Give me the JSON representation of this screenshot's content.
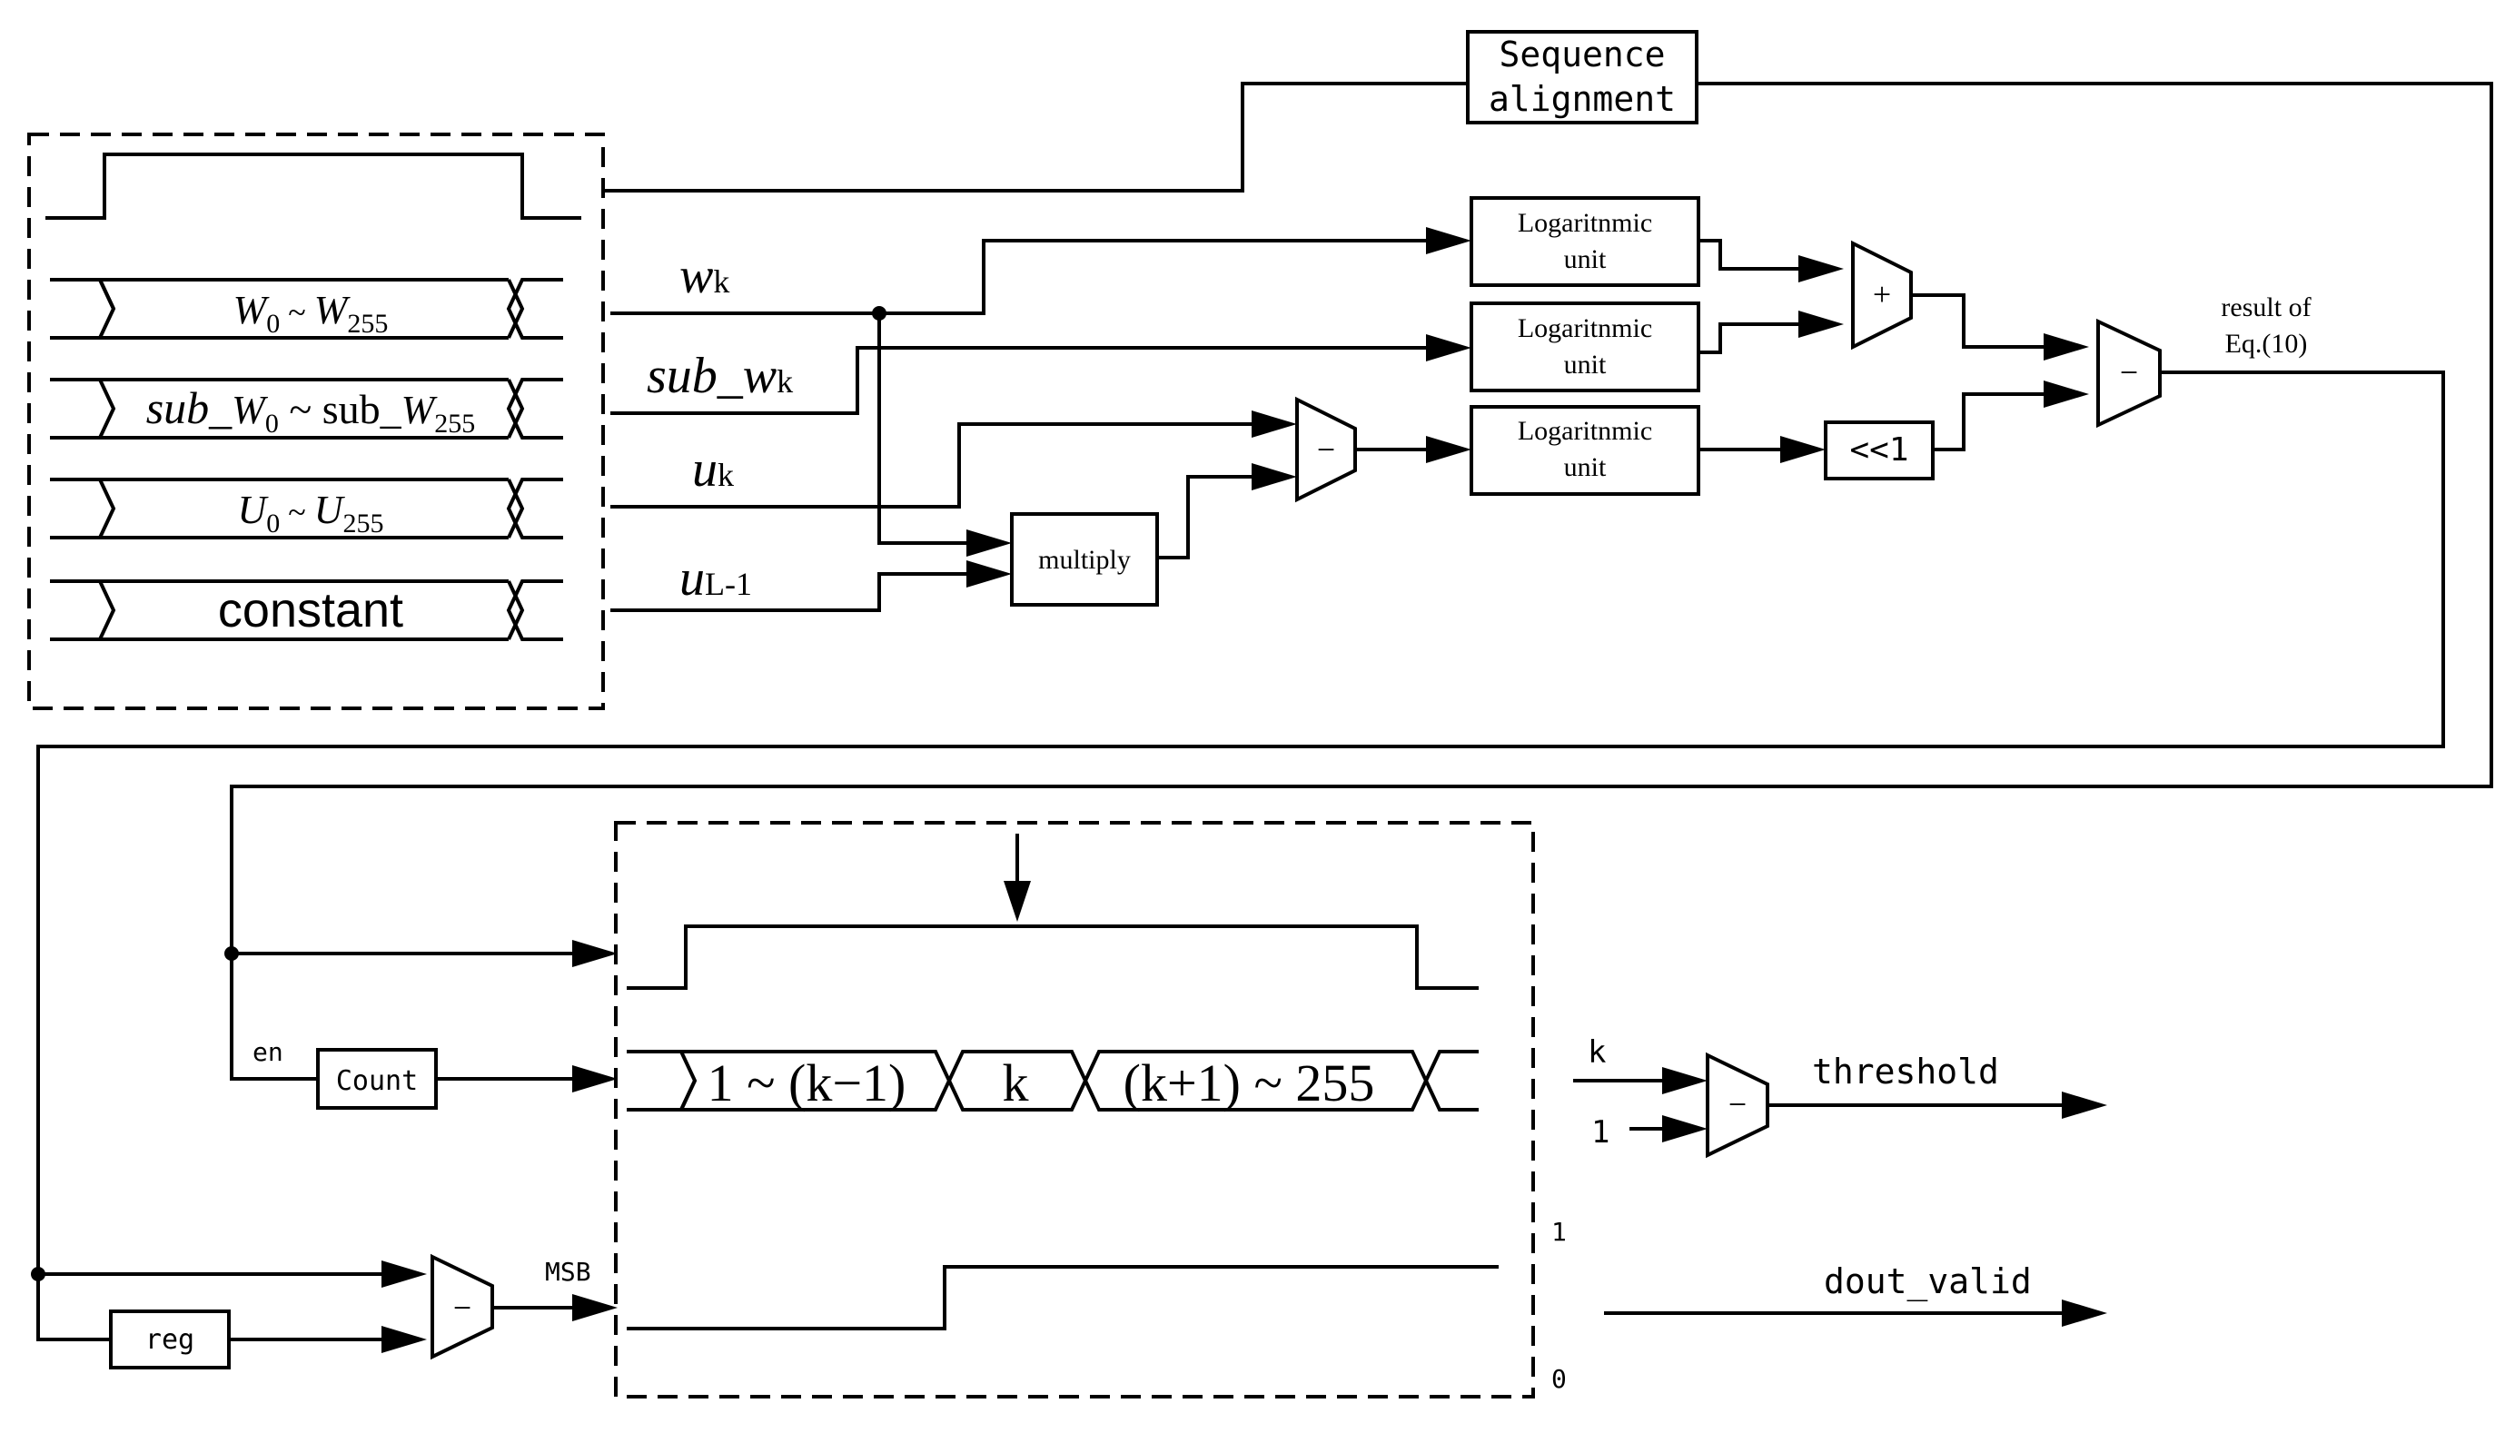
{
  "blocks": {
    "sequence_alignment": [
      "Sequence",
      "alignment"
    ],
    "log_unit_1": [
      "Logaritnmic",
      "unit"
    ],
    "log_unit_2": [
      "Logaritnmic",
      "unit"
    ],
    "log_unit_3": [
      "Logaritnmic",
      "unit"
    ],
    "multiply": "multiply",
    "shift": "<<1",
    "count": "Count",
    "reg": "reg"
  },
  "operators": {
    "add": "+",
    "sub_top": "−",
    "sub_uk": "−",
    "sub_final": "−",
    "sub_threshold": "−",
    "sub_msb": "−"
  },
  "input_bus": {
    "row1": {
      "a": "W",
      "a_sub": "0",
      "sep": " ~ ",
      "b": "W",
      "b_sub": "255"
    },
    "row2": {
      "pre": "sub_",
      "a": "W",
      "a_sub": "0",
      "sep": " ~ sub_",
      "b": "W",
      "b_sub": "255"
    },
    "row3": {
      "a": "U",
      "a_sub": "0",
      "sep": " ~ ",
      "b": "U",
      "b_sub": "255"
    },
    "row4": "constant"
  },
  "signals": {
    "wk": {
      "main": "w",
      "sub": "k"
    },
    "sub_wk": {
      "pre": "sub_",
      "main": "w",
      "sub": "k"
    },
    "uk": {
      "main": "u",
      "sub": "k"
    },
    "uL1": {
      "main": "u",
      "sub": "L-1"
    },
    "result_of": [
      "result of",
      "Eq.(10)"
    ],
    "en": "en",
    "msb": "MSB",
    "k": "k",
    "one": "1",
    "threshold": "threshold",
    "dout_valid": "dout_valid",
    "level_high": "1",
    "level_low": "0"
  },
  "count_bus": {
    "seg1": "1 ~ (k−1)",
    "seg2": "k",
    "seg3": "(k+1) ~ 255"
  }
}
